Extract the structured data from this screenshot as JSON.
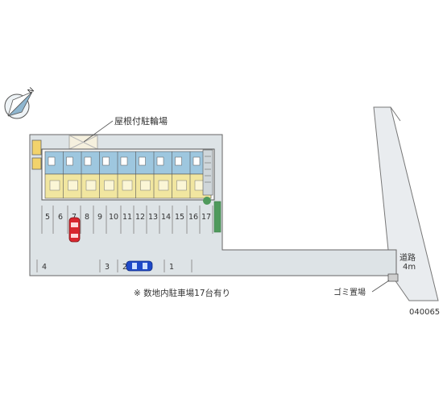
{
  "labels": {
    "roofed_bike_parking": "屋根付駐輪場",
    "parking_note": "※ 数地内駐車場17台有り",
    "road": "道路",
    "road_width": "4m",
    "garbage": "ゴミ置場",
    "code": "040065",
    "compass_letter": "N"
  },
  "parking_row_top": [
    "5",
    "6",
    "7",
    "8",
    "9",
    "10",
    "11",
    "12",
    "13",
    "14",
    "15",
    "16",
    "17"
  ],
  "parking_row_bottom": [
    "4",
    "3",
    "2",
    "1"
  ],
  "colors": {
    "site_fill": "#dde3e6",
    "road_fill": "#e9ecef",
    "line": "#666666",
    "building_blue": "#9ec7df",
    "building_yellow": "#f1e6a0",
    "red_car": "#d9262e",
    "blue_car": "#1e49c8",
    "green": "#4f9a5c"
  }
}
